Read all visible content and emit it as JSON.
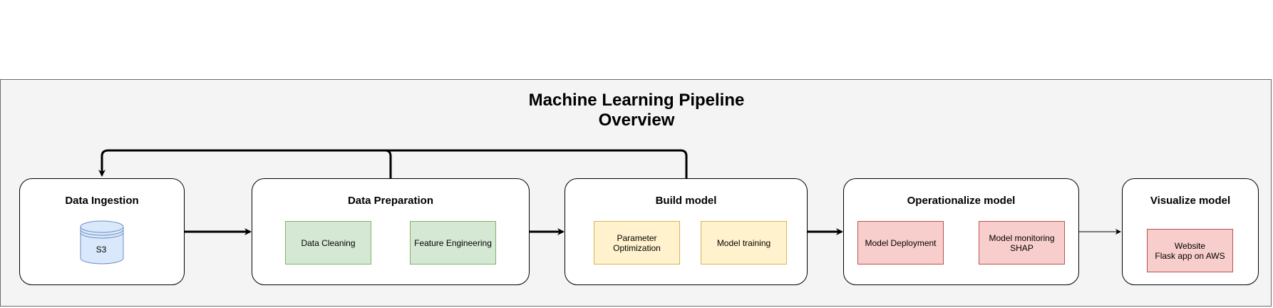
{
  "title": "Machine Learning Pipeline\nOverview",
  "stages": {
    "ingestion": {
      "title": "Data Ingestion",
      "storage": "S3"
    },
    "preparation": {
      "title": "Data Preparation",
      "steps": [
        "Data Cleaning",
        "Feature Engineering"
      ]
    },
    "build": {
      "title": "Build model",
      "steps": [
        "Parameter\nOptimization",
        "Model training"
      ]
    },
    "operationalize": {
      "title": "Operationalize model",
      "steps": [
        "Model Deployment",
        "Model monitoring\nSHAP"
      ]
    },
    "visualize": {
      "title": "Visualize model",
      "steps": [
        "Website\nFlask app on AWS"
      ]
    }
  },
  "colors": {
    "background": "#f4f4f4",
    "green_fill": "#d5e8d4",
    "yellow_fill": "#fff2cc",
    "red_fill": "#f8cecc",
    "cylinder_fill": "#dae8fc"
  }
}
